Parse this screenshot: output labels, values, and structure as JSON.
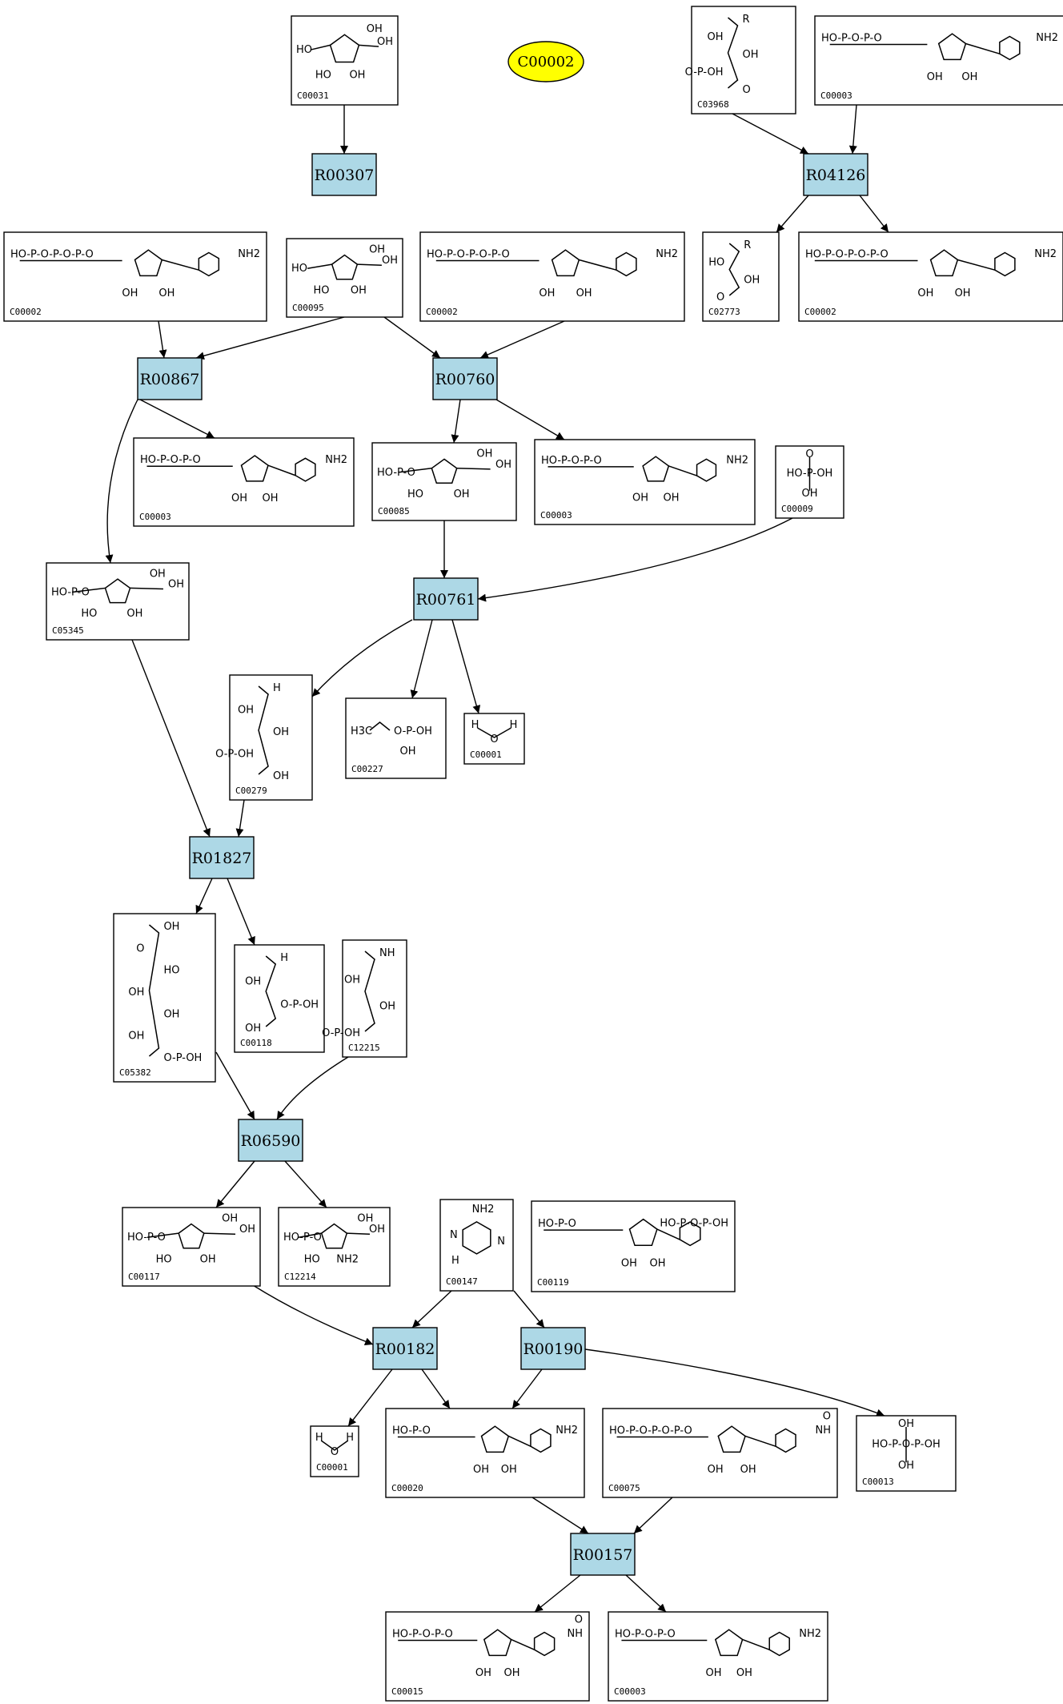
{
  "legend": {
    "highlight": "C00002",
    "color": "#ffff00"
  },
  "reactions": [
    {
      "id": "R00307"
    },
    {
      "id": "R04126"
    },
    {
      "id": "R00867"
    },
    {
      "id": "R00760"
    },
    {
      "id": "R00761"
    },
    {
      "id": "R01827"
    },
    {
      "id": "R06590"
    },
    {
      "id": "R00182"
    },
    {
      "id": "R00190"
    },
    {
      "id": "R00157"
    }
  ],
  "compounds": [
    {
      "id": "C00031",
      "structure": "furanose",
      "labels": [
        "HO",
        "OH",
        "HO",
        "OH",
        "OH"
      ]
    },
    {
      "id": "C03968",
      "structure": "chain",
      "labels": [
        "R",
        "OH",
        "OH",
        "O-P-OH",
        "O"
      ]
    },
    {
      "id": "C00003",
      "structure": "nucleotide",
      "labels": [
        "HO-P-O-P-O",
        "OH",
        "OH",
        "NH2"
      ]
    },
    {
      "id": "C00002",
      "structure": "nucleotide",
      "labels": [
        "HO-P-O-P-O-P-O",
        "OH",
        "OH",
        "NH2"
      ]
    },
    {
      "id": "C00095",
      "structure": "furanose",
      "labels": [
        "HO",
        "OH",
        "HO",
        "OH",
        "OH"
      ]
    },
    {
      "id": "C00002",
      "structure": "nucleotide",
      "labels": [
        "HO-P-O-P-O-P-O",
        "OH",
        "OH",
        "NH2"
      ]
    },
    {
      "id": "C02773",
      "structure": "chain",
      "labels": [
        "R",
        "HO",
        "OH",
        "O"
      ]
    },
    {
      "id": "C00002",
      "structure": "nucleotide",
      "labels": [
        "HO-P-O-P-O-P-O",
        "OH",
        "OH",
        "NH2"
      ]
    },
    {
      "id": "C00003",
      "structure": "nucleotide",
      "labels": [
        "HO-P-O-P-O",
        "OH",
        "OH",
        "NH2"
      ]
    },
    {
      "id": "C00085",
      "structure": "furanose",
      "labels": [
        "HO-P-O",
        "OH",
        "HO",
        "OH",
        "OH"
      ]
    },
    {
      "id": "C00003",
      "structure": "nucleotide",
      "labels": [
        "HO-P-O-P-O",
        "OH",
        "OH",
        "NH2"
      ]
    },
    {
      "id": "C00009",
      "structure": "phosphate",
      "labels": [
        "HO-P-OH",
        "OH",
        "O"
      ]
    },
    {
      "id": "C05345",
      "structure": "furanose",
      "labels": [
        "HO-P-O",
        "OH",
        "HO",
        "OH",
        "OH"
      ]
    },
    {
      "id": "C00279",
      "structure": "chain",
      "labels": [
        "H",
        "OH",
        "OH",
        "O-P-OH",
        "OH"
      ]
    },
    {
      "id": "C00227",
      "structure": "acetylphosphate",
      "labels": [
        "H3C",
        "O-P-OH",
        "OH"
      ]
    },
    {
      "id": "C00001",
      "structure": "water",
      "labels": [
        "H",
        "O",
        "H"
      ]
    },
    {
      "id": "C05382",
      "structure": "chain",
      "labels": [
        "OH",
        "O",
        "HO",
        "OH",
        "OH",
        "OH",
        "O-P-OH"
      ]
    },
    {
      "id": "C00118",
      "structure": "chain",
      "labels": [
        "H",
        "OH",
        "O-P-OH",
        "OH"
      ]
    },
    {
      "id": "C12215",
      "structure": "chain",
      "labels": [
        "NH",
        "OH",
        "OH",
        "O-P-OH"
      ]
    },
    {
      "id": "C00117",
      "structure": "furanose",
      "labels": [
        "HO-P-O",
        "OH",
        "HO",
        "OH",
        "OH"
      ]
    },
    {
      "id": "C12214",
      "structure": "furanose",
      "labels": [
        "HO-P-O",
        "OH",
        "HO",
        "NH2",
        "OH"
      ]
    },
    {
      "id": "C00147",
      "structure": "adenine",
      "labels": [
        "NH2",
        "N",
        "N",
        "H"
      ]
    },
    {
      "id": "C00119",
      "structure": "nucleotide",
      "labels": [
        "HO-P-O",
        "OH",
        "OH",
        "HO-P-O-P-OH"
      ]
    },
    {
      "id": "C00001",
      "structure": "water",
      "labels": [
        "H",
        "O",
        "H"
      ]
    },
    {
      "id": "C00020",
      "structure": "nucleotide",
      "labels": [
        "HO-P-O",
        "OH",
        "OH",
        "NH2"
      ]
    },
    {
      "id": "C00075",
      "structure": "nucleotide",
      "labels": [
        "HO-P-O-P-O-P-O",
        "OH",
        "OH",
        "NH",
        "O"
      ]
    },
    {
      "id": "C00013",
      "structure": "phosphate",
      "labels": [
        "HO-P-O-P-OH",
        "OH",
        "OH"
      ]
    },
    {
      "id": "C00015",
      "structure": "nucleotide",
      "labels": [
        "HO-P-O-P-O",
        "OH",
        "OH",
        "NH",
        "O"
      ]
    },
    {
      "id": "C00003",
      "structure": "nucleotide",
      "labels": [
        "HO-P-O-P-O",
        "OH",
        "OH",
        "NH2"
      ]
    }
  ]
}
